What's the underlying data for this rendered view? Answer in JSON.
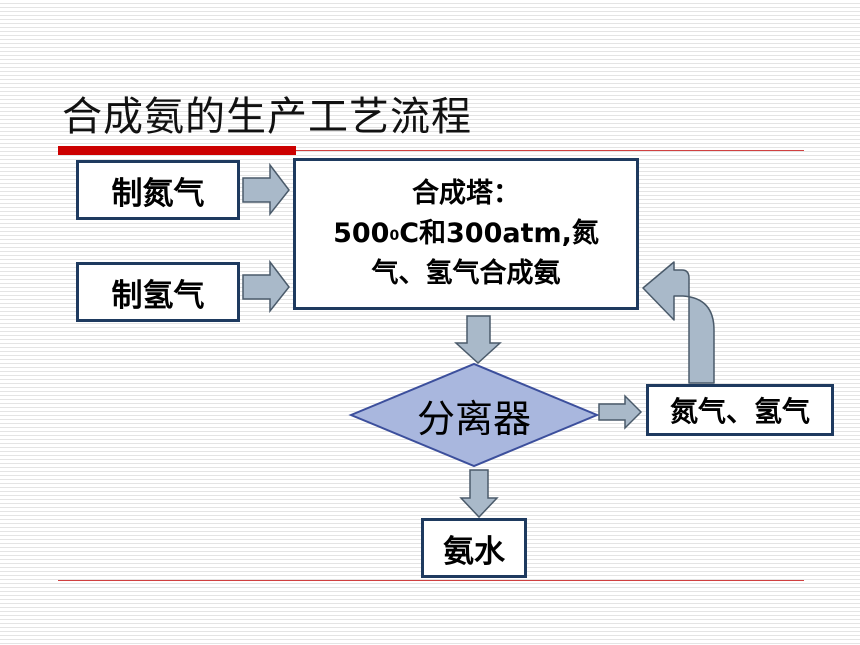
{
  "slide": {
    "title": "合成氨的生产工艺流程"
  },
  "nodes": {
    "nitrogen_source": "制氮气",
    "hydrogen_source": "制氢气",
    "tower": {
      "line1": "合成塔：",
      "line2_pre": "500",
      "line2_sup": "0",
      "line2_post": "C和300atm,氮",
      "line3": "气、氢气合成氨"
    },
    "separator": "分离器",
    "recycle": "氮气、氢气",
    "product": "氨水"
  },
  "colors": {
    "accent_red": "#cc0000",
    "box_border": "#1e3a5f",
    "arrow_fill": "#a9b9c9",
    "arrow_stroke": "#4a5a6a",
    "diamond_fill": "#a9b7de",
    "diamond_stroke": "#3c4f9c"
  }
}
